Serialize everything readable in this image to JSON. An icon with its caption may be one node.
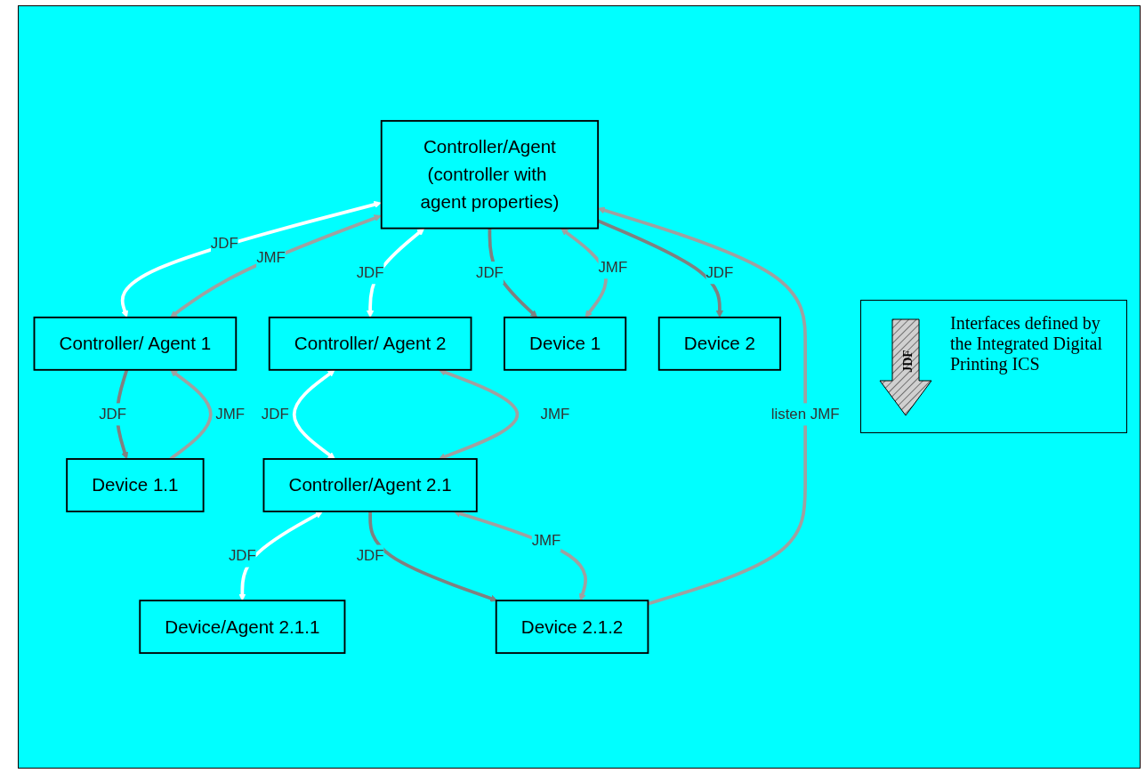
{
  "diagram": {
    "nodes": [
      {
        "text": [
          "Controller/Agent",
          "(controller with agent properties)"
        ]
      },
      {
        "text": [
          "Controller/ Agent 1"
        ]
      },
      {
        "text": [
          "Controller/ Agent 2"
        ]
      },
      {
        "text": [
          "Device 1"
        ]
      },
      {
        "text": [
          "Device 2"
        ]
      },
      {
        "text": [
          "Device 1.1"
        ]
      },
      {
        "text": [
          "Controller/Agent 2.1"
        ]
      },
      {
        "text": [
          "Device/Agent 2.1.1"
        ]
      },
      {
        "text": [
          "Device 2.1.2"
        ]
      }
    ],
    "edges": [
      {
        "from": 0,
        "to": 1,
        "arrow": "both",
        "label": "JDF",
        "color": "#ffffff"
      },
      {
        "from": 0,
        "to": 1,
        "arrow": "both",
        "label": "JMF"
      },
      {
        "from": 0,
        "to": 2,
        "arrow": "both",
        "label": "JDF",
        "color": "#ffffff"
      },
      {
        "from": 8,
        "to": 0,
        "arrow": "to",
        "label": "listen JMF"
      },
      {
        "from": 0,
        "to": 3,
        "arrow": "to",
        "label": "JDF",
        "color": "#808080"
      },
      {
        "from": 0,
        "to": 3,
        "arrow": "both",
        "label": "JMF"
      },
      {
        "from": 0,
        "to": 4,
        "arrow": "to",
        "label": "JDF",
        "color": "#808080"
      },
      {
        "from": 1,
        "to": 5,
        "arrow": "to",
        "label": "JDF",
        "color": "#808080"
      },
      {
        "from": 5,
        "to": 1,
        "arrow": "to",
        "label": "JMF"
      },
      {
        "from": 2,
        "to": 6,
        "arrow": "both",
        "label": "JDF",
        "color": "#ffffff"
      },
      {
        "from": 2,
        "to": 6,
        "arrow": "both",
        "label": "JMF"
      },
      {
        "from": 6,
        "to": 7,
        "arrow": "both",
        "label": "JDF",
        "color": "#ffffff"
      },
      {
        "from": 6,
        "to": 8,
        "arrow": "to",
        "label": "JDF",
        "color": "#808080"
      },
      {
        "from": 6,
        "to": 8,
        "arrow": "both",
        "label": "JMF"
      }
    ],
    "labels": [
      "JDF"
    ],
    "legend": [
      {
        "text": "Interfaces defined by the Integrated Digital Printing ICS"
      }
    ]
  }
}
